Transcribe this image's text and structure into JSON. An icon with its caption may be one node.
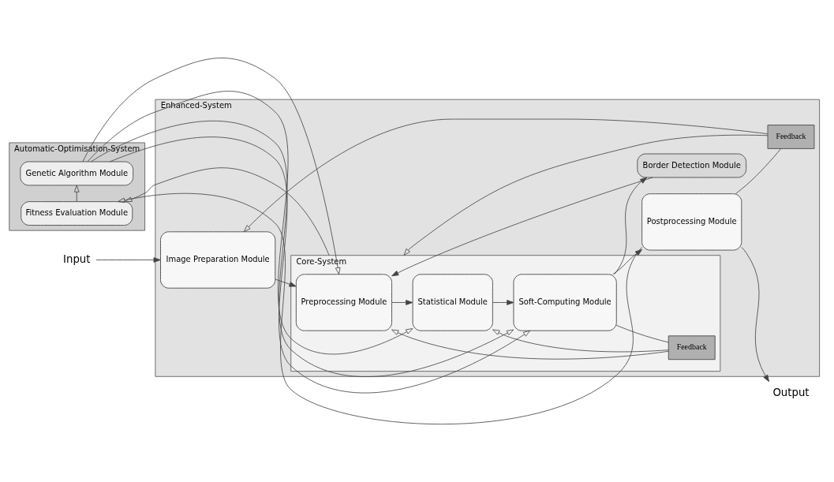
{
  "diagram": {
    "nodes": [
      {
        "text": [
          "Automatic-Optimisation-System"
        ]
      },
      {
        "text": [
          "Genetic Algorithm Module"
        ],
        "in": 0
      },
      {
        "text": [
          "Fitness Evaluation Module"
        ],
        "in": 0
      },
      {
        "text": [
          "Enhanced-System"
        ]
      },
      {
        "text": [
          "Image Preparation Module"
        ],
        "in": 3
      },
      {
        "text": [
          "Core-System"
        ],
        "in": 3
      },
      {
        "text": [
          "Preprocessing Module"
        ],
        "in": 5
      },
      {
        "text": [
          "Statistical Module"
        ],
        "in": 5
      },
      {
        "text": [
          "Soft-Computing Module"
        ],
        "in": 5
      },
      {
        "text": [
          "Feedback"
        ],
        "in": 5
      },
      {
        "text": [
          "Postprocessing Module"
        ],
        "in": 3
      },
      {
        "text": [
          "Border Detection Module"
        ],
        "in": 3
      },
      {
        "text": [
          "Feedback"
        ],
        "in": 3
      },
      {
        "text": [
          "Input"
        ]
      },
      {
        "text": [
          "Output"
        ]
      }
    ],
    "edges": [
      {
        "from": 13,
        "to": 4,
        "arrow": "to"
      },
      {
        "from": 4,
        "to": 6,
        "arrow": "to"
      },
      {
        "from": 6,
        "to": 7,
        "arrow": "to"
      },
      {
        "from": 7,
        "to": 8,
        "arrow": "to"
      },
      {
        "from": 8,
        "to": 10,
        "arrow": "to"
      },
      {
        "from": 10,
        "to": 14,
        "arrow": "to"
      },
      {
        "from": 2,
        "to": 1,
        "arrow": "to"
      },
      {
        "from": 1,
        "to": 6,
        "arrow": "to"
      },
      {
        "from": 1,
        "to": 7,
        "arrow": "to"
      },
      {
        "from": 1,
        "to": 8,
        "arrow": "to"
      },
      {
        "from": 1,
        "to": 8,
        "arrow": "to"
      },
      {
        "from": 5,
        "to": 2,
        "arrow": "to"
      },
      {
        "from": 10,
        "to": 2,
        "arrow": "to"
      },
      {
        "from": 8,
        "to": 9,
        "arrow": "none"
      },
      {
        "from": 9,
        "to": 6,
        "arrow": "to"
      },
      {
        "from": 9,
        "to": 7,
        "arrow": "to"
      },
      {
        "from": 8,
        "to": 11,
        "arrow": "to"
      },
      {
        "from": 11,
        "to": 6,
        "arrow": "to"
      },
      {
        "from": 10,
        "to": 12,
        "arrow": "none"
      },
      {
        "from": 12,
        "to": 4,
        "arrow": "to"
      },
      {
        "from": 12,
        "to": 5,
        "arrow": "to"
      }
    ]
  }
}
